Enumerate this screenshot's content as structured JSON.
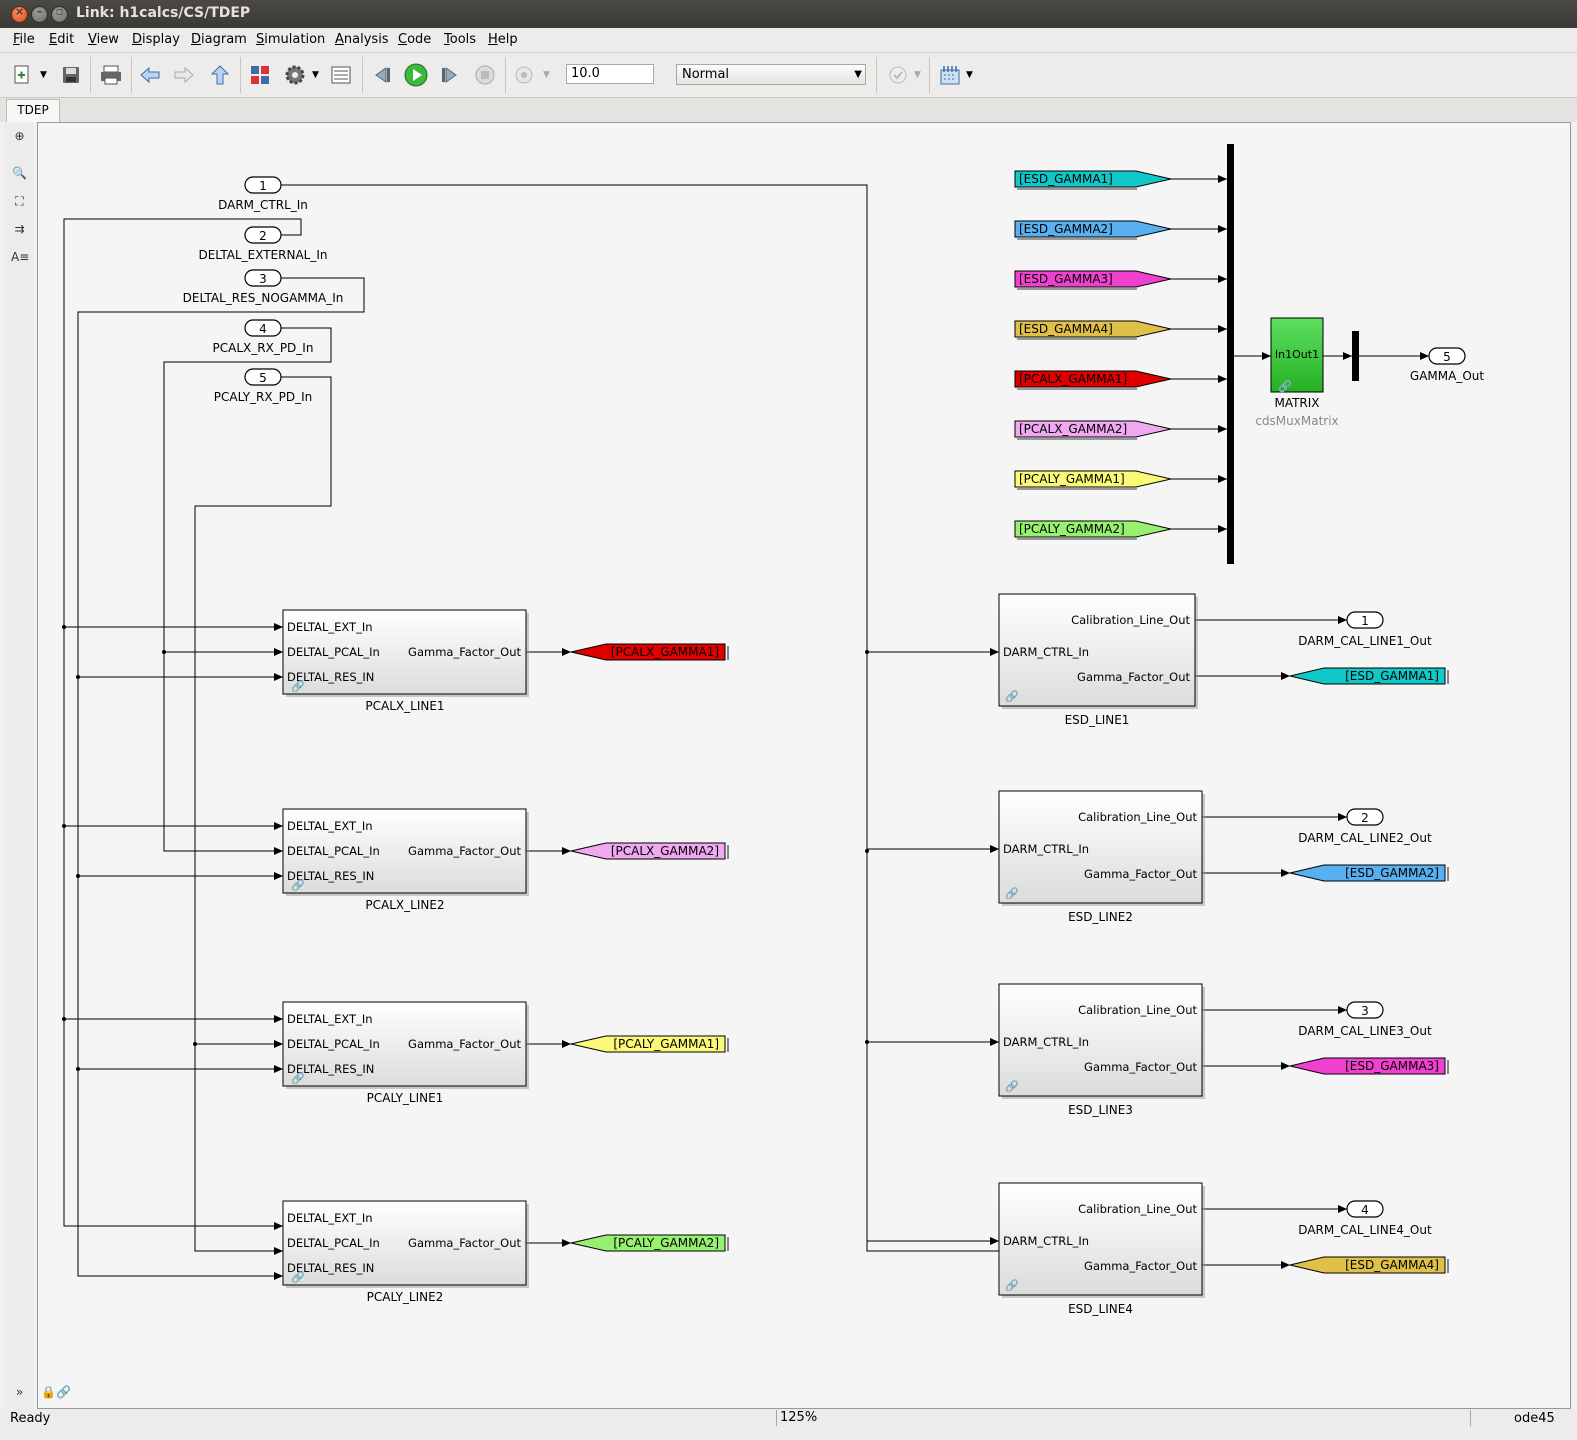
{
  "window": {
    "title": "Link: h1calcs/CS/TDEP"
  },
  "menu": [
    {
      "label": "File",
      "key": "F",
      "rest": "ile"
    },
    {
      "label": "Edit",
      "key": "E",
      "rest": "dit"
    },
    {
      "label": "View",
      "key": "V",
      "rest": "iew"
    },
    {
      "label": "Display",
      "key": "D",
      "rest": "isplay"
    },
    {
      "label": "Diagram",
      "key": "D",
      "rest": "iagram"
    },
    {
      "label": "Simulation",
      "key": "S",
      "rest": "imulation"
    },
    {
      "label": "Analysis",
      "key": "A",
      "rest": "nalysis"
    },
    {
      "label": "Code",
      "key": "C",
      "rest": "ode"
    },
    {
      "label": "Tools",
      "key": "T",
      "rest": "ools"
    },
    {
      "label": "Help",
      "key": "H",
      "rest": "elp"
    }
  ],
  "toolbar": {
    "stop_time": "10.0",
    "sim_mode": "Normal"
  },
  "tab": {
    "label": "TDEP"
  },
  "inports": [
    {
      "num": "1",
      "name": "DARM_CTRL_In"
    },
    {
      "num": "2",
      "name": "DELTAL_EXTERNAL_In"
    },
    {
      "num": "3",
      "name": "DELTAL_RES_NOGAMMA_In"
    },
    {
      "num": "4",
      "name": "PCALX_RX_PD_In"
    },
    {
      "num": "5",
      "name": "PCALY_RX_PD_In"
    }
  ],
  "pcal_blocks": [
    {
      "name": "PCALX_LINE1",
      "inputs": [
        "DELTAL_EXT_In",
        "DELTAL_PCAL_In",
        "DELTAL_RES_IN"
      ],
      "output": "Gamma_Factor_Out",
      "goto": "[PCALX_GAMMA1]",
      "goto_color": "#e00000"
    },
    {
      "name": "PCALX_LINE2",
      "inputs": [
        "DELTAL_EXT_In",
        "DELTAL_PCAL_In",
        "DELTAL_RES_IN"
      ],
      "output": "Gamma_Factor_Out",
      "goto": "[PCALX_GAMMA2]",
      "goto_color": "#f0a8f0"
    },
    {
      "name": "PCALY_LINE1",
      "inputs": [
        "DELTAL_EXT_In",
        "DELTAL_PCAL_In",
        "DELTAL_RES_IN"
      ],
      "output": "Gamma_Factor_Out",
      "goto": "[PCALY_GAMMA1]",
      "goto_color": "#fafa78"
    },
    {
      "name": "PCALY_LINE2",
      "inputs": [
        "DELTAL_EXT_In",
        "DELTAL_PCAL_In",
        "DELTAL_RES_IN"
      ],
      "output": "Gamma_Factor_Out",
      "goto": "[PCALY_GAMMA2]",
      "goto_color": "#98f070"
    }
  ],
  "esd_blocks": [
    {
      "name": "ESD_LINE1",
      "input": "DARM_CTRL_In",
      "out1": "Calibration_Line_Out",
      "out2": "Gamma_Factor_Out",
      "outport_num": "1",
      "outport_name": "DARM_CAL_LINE1_Out",
      "goto": "[ESD_GAMMA1]",
      "goto_color": "#10c8c8"
    },
    {
      "name": "ESD_LINE2",
      "input": "DARM_CTRL_In",
      "out1": "Calibration_Line_Out",
      "out2": "Gamma_Factor_Out",
      "outport_num": "2",
      "outport_name": "DARM_CAL_LINE2_Out",
      "goto": "[ESD_GAMMA2]",
      "goto_color": "#58b0f0"
    },
    {
      "name": "ESD_LINE3",
      "input": "DARM_CTRL_In",
      "out1": "Calibration_Line_Out",
      "out2": "Gamma_Factor_Out",
      "outport_num": "3",
      "outport_name": "DARM_CAL_LINE3_Out",
      "goto": "[ESD_GAMMA3]",
      "goto_color": "#f040d0"
    },
    {
      "name": "ESD_LINE4",
      "input": "DARM_CTRL_In",
      "out1": "Calibration_Line_Out",
      "out2": "Gamma_Factor_Out",
      "outport_num": "4",
      "outport_name": "DARM_CAL_LINE4_Out",
      "goto": "[ESD_GAMMA4]",
      "goto_color": "#e0c048"
    }
  ],
  "froms": [
    {
      "label": "[ESD_GAMMA1]",
      "color": "#10c8c8"
    },
    {
      "label": "[ESD_GAMMA2]",
      "color": "#58b0f0"
    },
    {
      "label": "[ESD_GAMMA3]",
      "color": "#f040d0"
    },
    {
      "label": "[ESD_GAMMA4]",
      "color": "#e0c048"
    },
    {
      "label": "[PCALX_GAMMA1]",
      "color": "#e00000"
    },
    {
      "label": "[PCALX_GAMMA2]",
      "color": "#f0a8f0"
    },
    {
      "label": "[PCALY_GAMMA1]",
      "color": "#fafa78"
    },
    {
      "label": "[PCALY_GAMMA2]",
      "color": "#98f070"
    }
  ],
  "matrix": {
    "label": "In1Out1",
    "name": "MATRIX",
    "lib": "cdsMuxMatrix",
    "color": "#33cc33"
  },
  "gamma_out": {
    "num": "5",
    "name": "GAMMA_Out"
  },
  "status": {
    "left": "Ready",
    "zoom": "125%",
    "solver": "ode45"
  }
}
